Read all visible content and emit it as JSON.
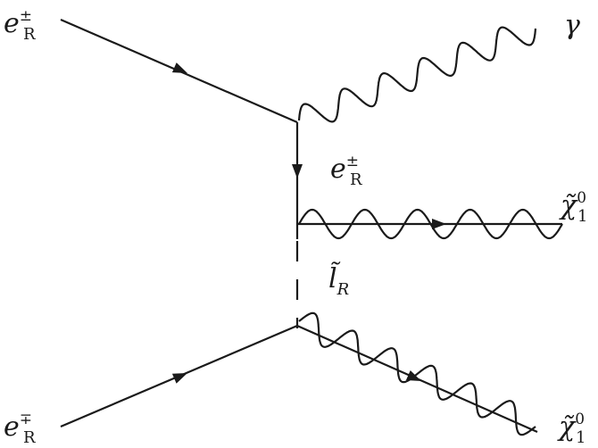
{
  "labels": {
    "incoming_top": {
      "symbol": "e",
      "superscript": "±",
      "subscript": "R"
    },
    "incoming_bottom": {
      "symbol": "e",
      "superscript": "∓",
      "subscript": "R"
    },
    "photon": {
      "symbol": "γ"
    },
    "propagator_electron": {
      "symbol": "e",
      "superscript": "±",
      "subscript": "R"
    },
    "propagator_slepton": {
      "symbol": "l̃",
      "subscript": "R"
    },
    "neutralino_upper": {
      "symbol": "χ̃",
      "superscript": "0",
      "subscript": "1"
    },
    "neutralino_lower": {
      "symbol": "χ̃",
      "superscript": "0",
      "subscript": "1"
    }
  }
}
